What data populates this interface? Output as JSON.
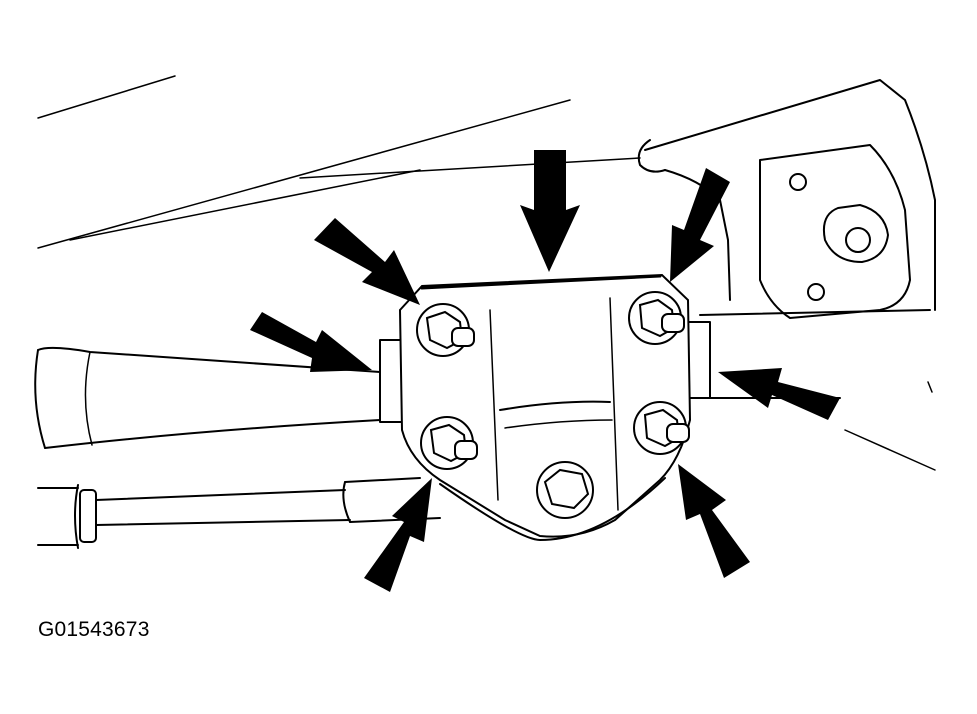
{
  "figure": {
    "id_label": "G01543673"
  },
  "colors": {
    "line": "#000000",
    "background": "#ffffff"
  },
  "components": {
    "bracket": "clamp-bracket",
    "bolts": [
      "upper-left-bolt",
      "upper-right-bolt",
      "lower-left-bolt",
      "lower-right-bolt",
      "center-bolt"
    ],
    "arrow_count": 7
  }
}
